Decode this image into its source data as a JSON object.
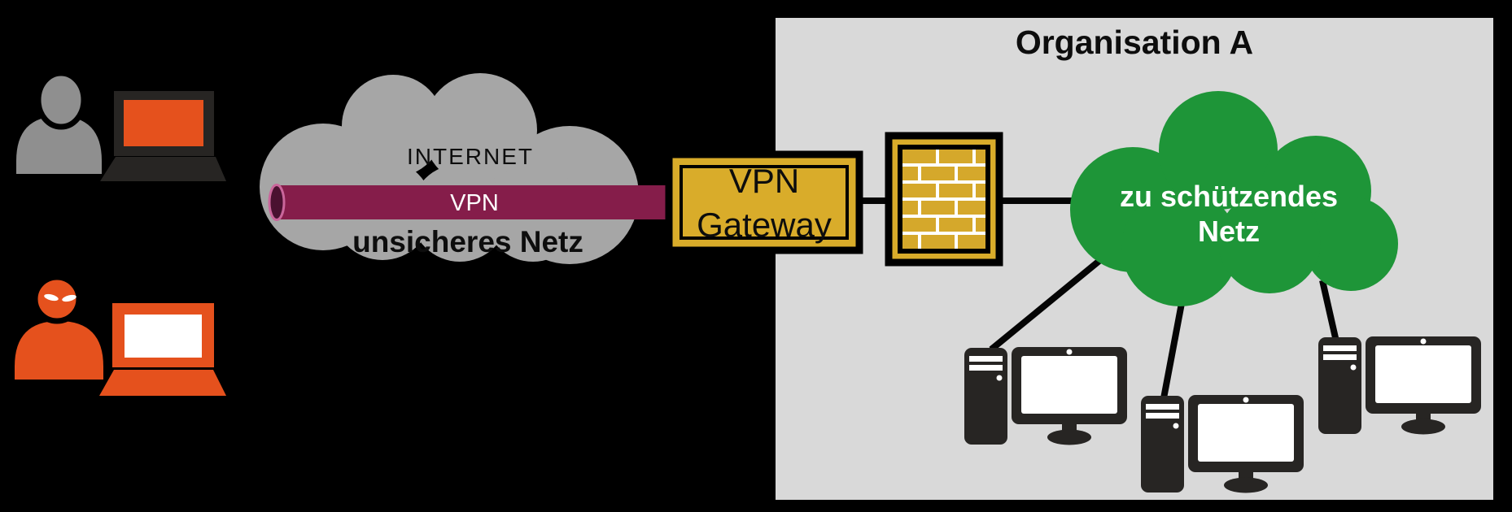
{
  "colors": {
    "background": "#000000",
    "accent_orange": "#e5511d",
    "person_gray": "#8f8f8f",
    "cloud_gray": "#a6a6a6",
    "panel_gray": "#d9d9d9",
    "tunnel_maroon": "#851d4a",
    "gateway_gold": "#d9ac2a",
    "protected_green": "#1e9538",
    "icon_dark": "#272523"
  },
  "actors": {
    "remote_user_icon": "person-with-laptop",
    "attacker_icon": "evil-person-with-laptop"
  },
  "internet_cloud": {
    "title": "INTERNET",
    "tunnel_label": "VPN",
    "caption": "unsicheres Netz"
  },
  "vpn_gateway": {
    "label_line1": "VPN",
    "label_line2": "Gateway"
  },
  "firewall_icon": "brick-wall",
  "organisation": {
    "title": "Organisation A",
    "protected_cloud": {
      "label_line1": "zu schützendes",
      "label_line2": "Netz"
    },
    "workstation_count": 3
  }
}
